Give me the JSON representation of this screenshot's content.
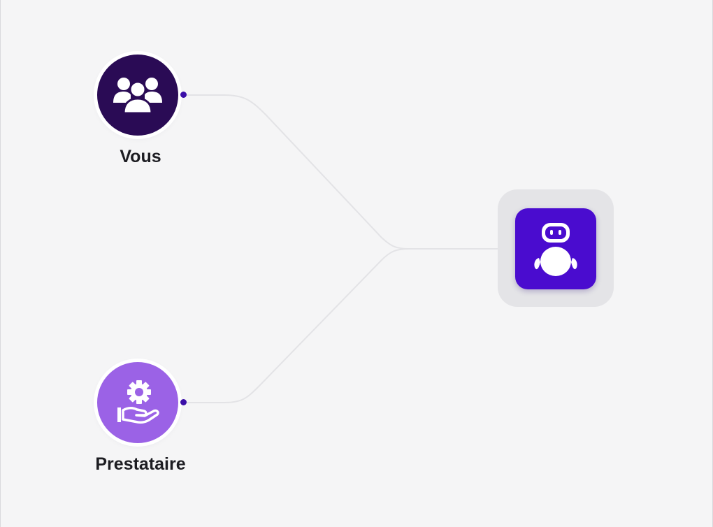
{
  "nodes": {
    "vous": {
      "label": "Vous",
      "icon": "group-of-people-icon",
      "color": "#2a0b55"
    },
    "prestataire": {
      "label": "Prestataire",
      "icon": "hand-gear-icon",
      "color": "#9b62e6"
    },
    "assistant": {
      "label": "",
      "icon": "robot-icon",
      "color": "#4a0ccf"
    }
  },
  "edges": [
    {
      "from": "vous",
      "to": "assistant"
    },
    {
      "from": "prestataire",
      "to": "assistant"
    }
  ],
  "colors": {
    "background": "#f5f5f6",
    "connector": "#e3e3e6",
    "port": "#3b0fa8",
    "robot_frame": "#e4e4e7"
  }
}
